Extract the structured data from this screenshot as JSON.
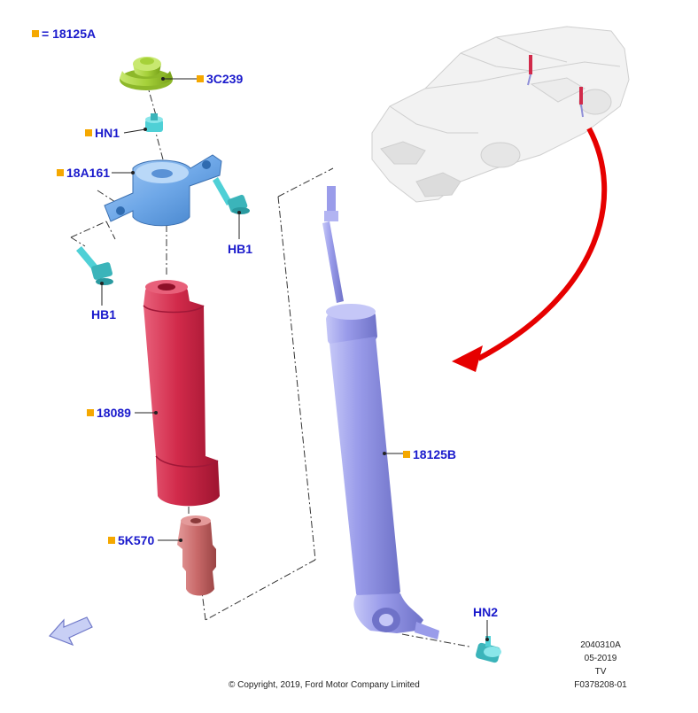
{
  "legend": {
    "symbol_meaning": "= 18125A"
  },
  "labels": {
    "l3c239": "3C239",
    "hn1": "HN1",
    "l18a161": "18A161",
    "hb1_right": "HB1",
    "hb1_left": "HB1",
    "l18089": "18089",
    "l5k570": "5K570",
    "l18125b": "18125B",
    "hn2": "HN2"
  },
  "footer": {
    "copyright": "© Copyright, 2019, Ford Motor Company Limited",
    "code1": "2040310A",
    "date": "05-2019",
    "tv": "TV",
    "figure_id": "F0378208-01"
  },
  "colors": {
    "label_text": "#1a1acc",
    "label_marker": "#f5a800",
    "mount_blue": "#6fa8e8",
    "boot_red": "#d12a4a",
    "bumper_red": "#c96a6a",
    "cap_green": "#a6d13a",
    "fastener_teal": "#4fd0d6",
    "shock_purple": "#9a9cea",
    "arrow_red": "#e60000",
    "view_arrow": "#9aa6e6"
  }
}
